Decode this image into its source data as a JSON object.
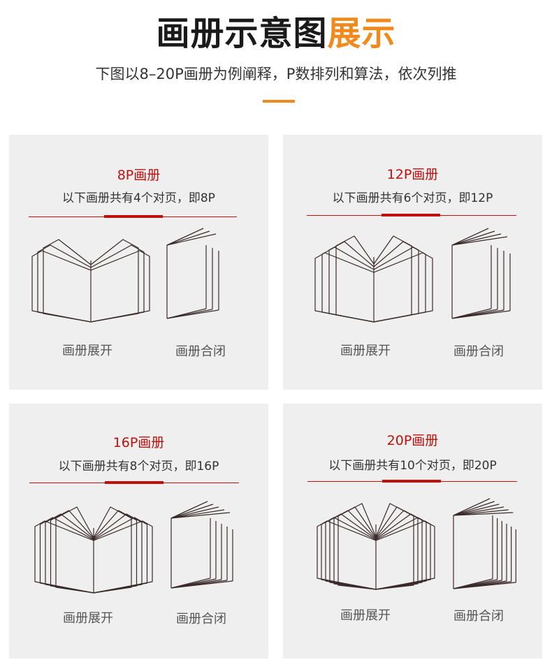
{
  "header": {
    "title_main": "画册示意图",
    "title_accent": "展示",
    "subtitle": "下图以8–20P画册为例阐释，P数排列和算法，依次列推"
  },
  "colors": {
    "accent": "#f08a1c",
    "card_title": "#c0100c",
    "card_bg": "#efefef",
    "line_art": "#3a2a2a"
  },
  "cards": [
    {
      "title": "8P画册",
      "desc": "以下画册共有4个对页，即8P",
      "open_label": "画册展开",
      "closed_label": "画册合闭",
      "spreads": 4
    },
    {
      "title": "12P画册",
      "desc": "以下画册共有6个对页，即12P",
      "open_label": "画册展开",
      "closed_label": "画册合闭",
      "spreads": 6
    },
    {
      "title": "16P画册",
      "desc": "以下画册共有8个对页，即16P",
      "open_label": "画册展开",
      "closed_label": "画册合闭",
      "spreads": 8
    },
    {
      "title": "20P画册",
      "desc": "以下画册共有10个对页，即20P",
      "open_label": "画册展开",
      "closed_label": "画册合闭",
      "spreads": 10
    }
  ]
}
